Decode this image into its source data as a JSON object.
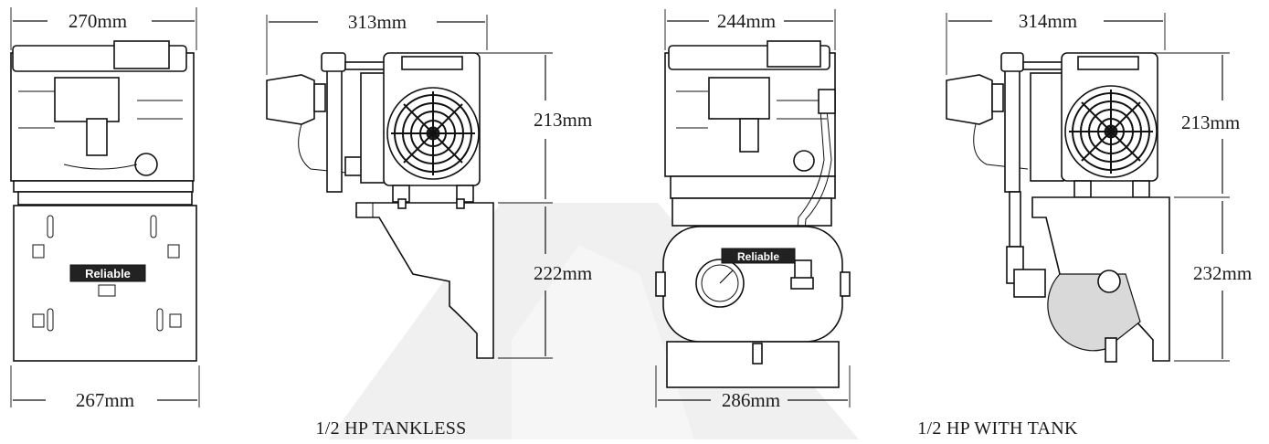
{
  "views": [
    {
      "id": "front-tankless",
      "dims": {
        "top_width": "270mm",
        "base_width": "267mm"
      }
    },
    {
      "id": "side-tankless",
      "dims": {
        "top_width": "313mm",
        "motor_height": "213mm",
        "bracket_height": "222mm"
      }
    },
    {
      "id": "front-with-tank",
      "dims": {
        "top_width": "244mm",
        "base_width": "286mm"
      }
    },
    {
      "id": "side-with-tank",
      "dims": {
        "top_width": "314mm",
        "motor_height": "213mm",
        "bracket_height": "232mm"
      }
    }
  ],
  "captions": {
    "tankless": "1/2 HP TANKLESS",
    "with_tank": "1/2 HP WITH TANK"
  },
  "brand_label": "Reliable",
  "colors": {
    "line": "#111111",
    "watermark": "#efefef",
    "background": "#ffffff"
  }
}
